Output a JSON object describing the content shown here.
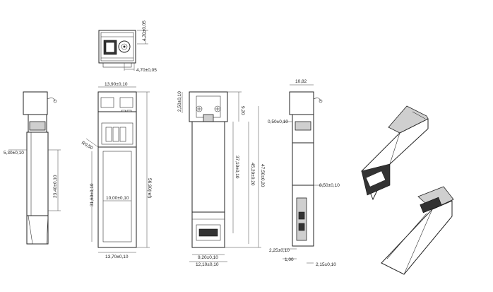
{
  "dimensions": {
    "top_height": "4,70±0,05",
    "top_width": "4,70±0,05",
    "front_top_width": "13,90±0,10",
    "front_bottom_width": "13,70±0,10",
    "front_length": "56,90(ref)",
    "front_body_length": "31,60±0,10",
    "front_body_width": "10,00±0,10",
    "front_radius": "R0,50",
    "side_offset": "5,30±0,10",
    "side_length": "23,40±0,10",
    "back_top": "2,50±0,10",
    "back_top2": "9,20",
    "back_len1": "37,10±0,10",
    "back_len2": "45,20±0,20",
    "back_len3": "47,50±0,20",
    "back_width1": "9,20±0,10",
    "back_width2": "12,10±0,10",
    "right_top": "10,82",
    "right_gap": "0,50±0,10",
    "right_mid": "8,50±0,10",
    "right_bot1": "2,25±0,10",
    "right_bot2": "1,00",
    "right_bot3": "2,15±0,10"
  }
}
